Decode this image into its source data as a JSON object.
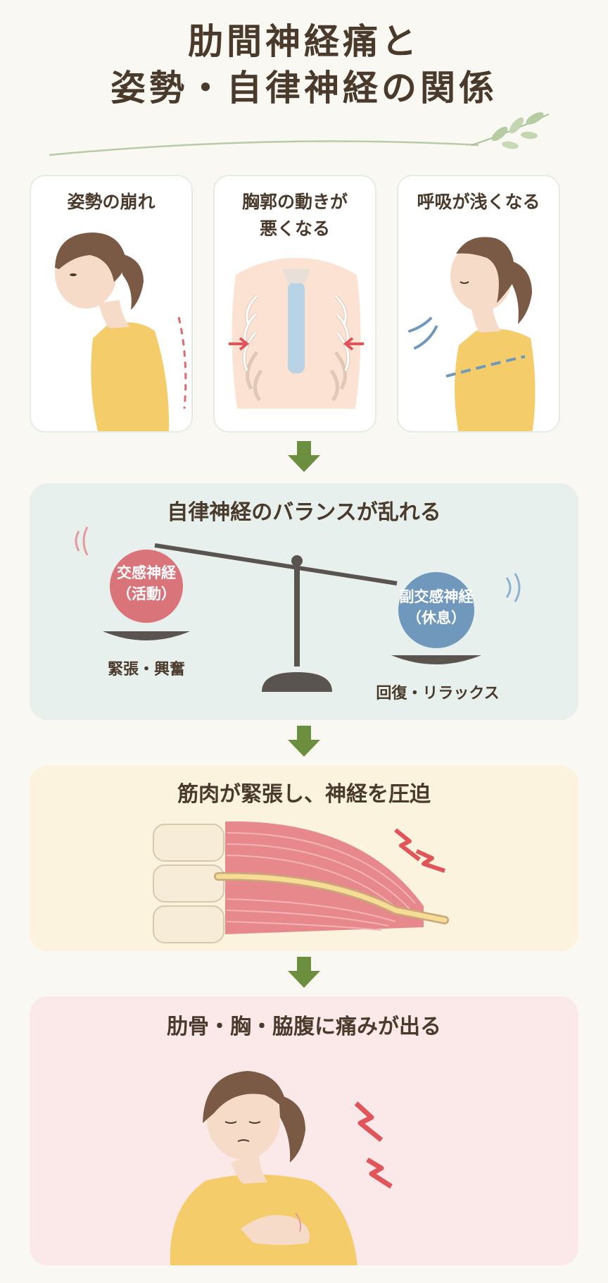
{
  "title": {
    "line1": "肋間神経痛と",
    "line2": "姿勢・自律神経の関係"
  },
  "cards": [
    {
      "label": "姿勢の崩れ"
    },
    {
      "label_line1": "胸郭の動きが",
      "label_line2": "悪くなる"
    },
    {
      "label": "呼吸が浅くなる"
    }
  ],
  "balance": {
    "title": "自律神経のバランスが乱れる",
    "sympathetic": {
      "line1": "交感神経",
      "line2": "（活動）",
      "caption": "緊張・興奮"
    },
    "parasympathetic": {
      "line1": "副交感神経",
      "line2": "（休息）",
      "caption": "回復・リラックス"
    }
  },
  "muscle": {
    "title": "筋肉が緊張し、神経を圧迫"
  },
  "pain": {
    "title": "肋骨・胸・脇腹に痛みが出る"
  },
  "colors": {
    "accent_green": "#6b8f3e",
    "sympathetic_red": "#d9757a",
    "parasympathetic_blue": "#6f98bc",
    "pain_red": "#e0545a",
    "shirt_yellow": "#f4cc6a"
  }
}
